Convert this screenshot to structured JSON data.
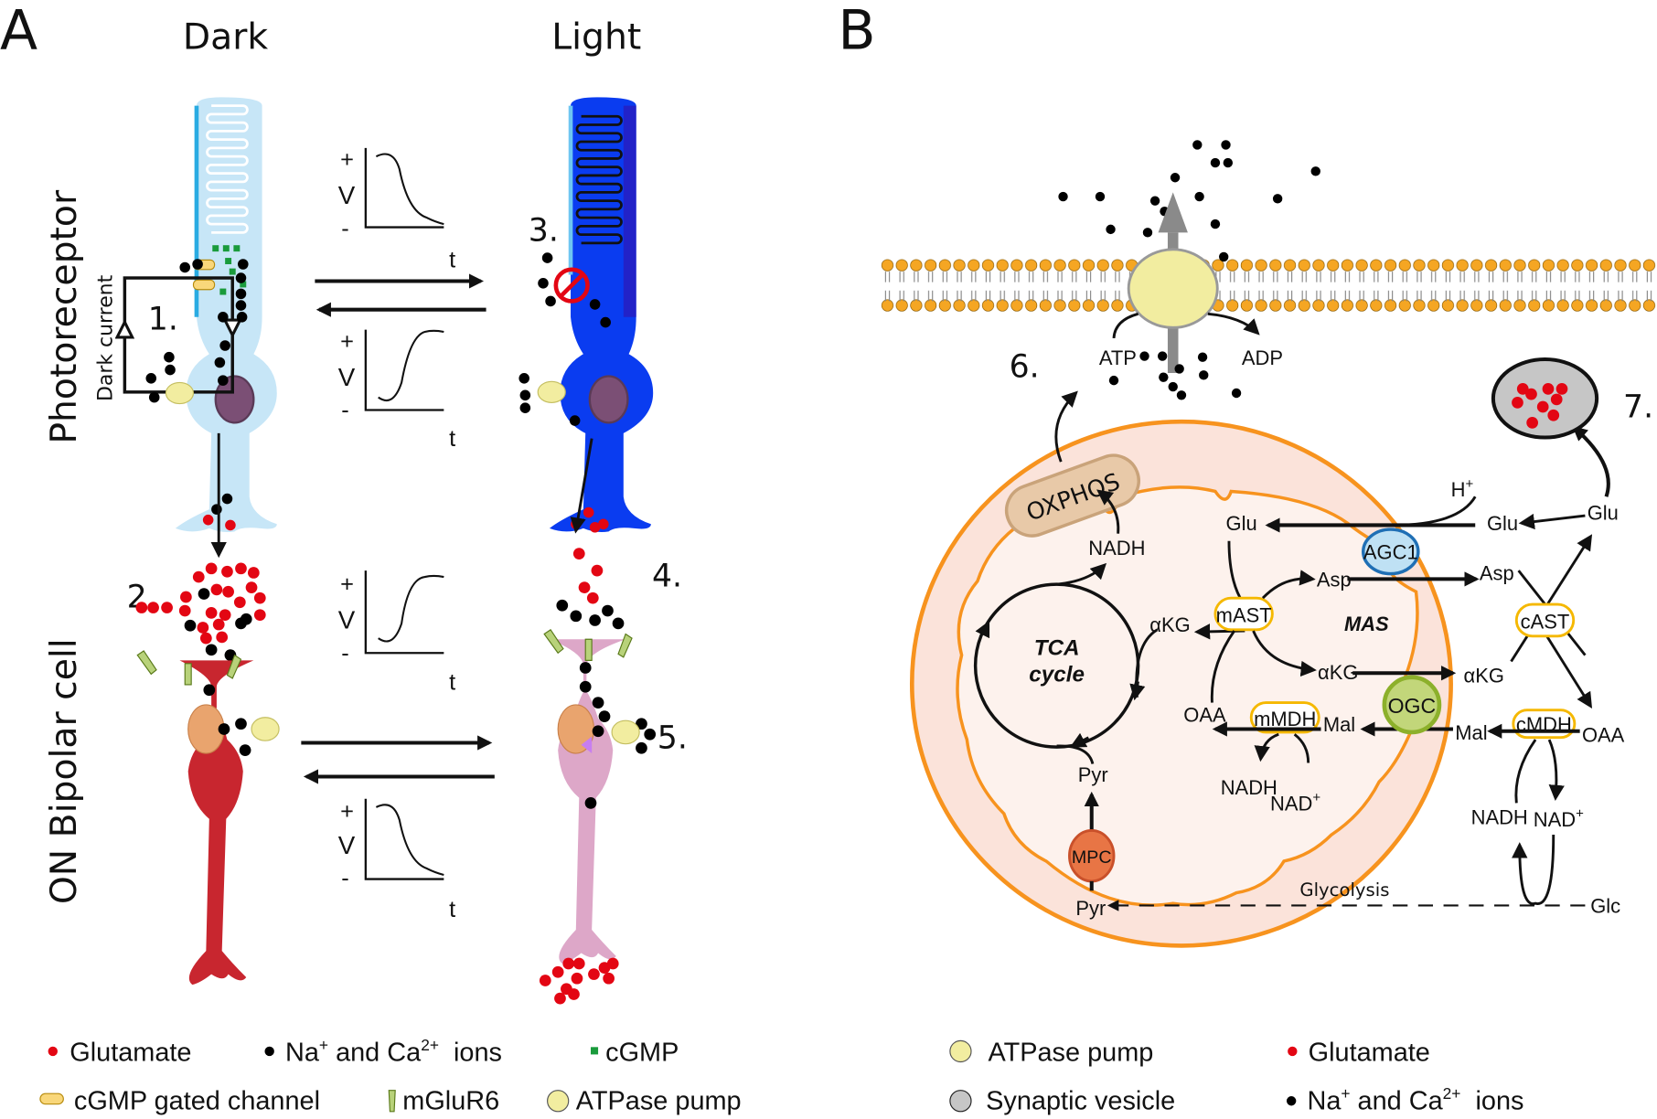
{
  "figure": {
    "panel_a": {
      "label": "A",
      "conditions": {
        "dark": "Dark",
        "light": "Light"
      },
      "rows": {
        "photoreceptor": "Photoreceptor",
        "bipolar": "ON Bipolar cell"
      },
      "annotations": {
        "dark_current": "Dark current",
        "step1": "1.",
        "step2": "2.",
        "step3": "3.",
        "step4": "4.",
        "step5": "5."
      },
      "voltage_plots": [
        {
          "id": "photoreceptor-dark-to-light",
          "trend": "decrease",
          "y_plus": "+",
          "y_label": "V",
          "y_minus": "-",
          "x_label": "t"
        },
        {
          "id": "photoreceptor-light-to-dark",
          "trend": "increase",
          "y_plus": "+",
          "y_label": "V",
          "y_minus": "-",
          "x_label": "t"
        },
        {
          "id": "bipolar-dark-to-light",
          "trend": "increase",
          "y_plus": "+",
          "y_label": "V",
          "y_minus": "-",
          "x_label": "t"
        },
        {
          "id": "bipolar-light-to-dark",
          "trend": "decrease",
          "y_plus": "+",
          "y_label": "V",
          "y_minus": "-",
          "x_label": "t"
        }
      ],
      "legend": [
        {
          "icon": "glutamate-dot",
          "label": "Glutamate"
        },
        {
          "icon": "ion-dot",
          "label_pre": "Na",
          "sup1": "+",
          "label_mid": " and Ca",
          "sup2": "2+",
          "label_post": "  ions"
        },
        {
          "icon": "cgmp-square",
          "label": "cGMP"
        },
        {
          "icon": "cgmp-channel",
          "label": "cGMP gated channel"
        },
        {
          "icon": "mglur6-receptor",
          "label": "mGluR6"
        },
        {
          "icon": "atpase-pump",
          "label": "ATPase pump"
        }
      ]
    },
    "panel_b": {
      "label": "B",
      "annotations": {
        "step6": "6.",
        "step7": "7."
      },
      "membrane": {
        "atp": "ATP",
        "adp": "ADP"
      },
      "mitochondrion": {
        "oxphos": "OXPHOS",
        "tca_line1": "TCA",
        "tca_line2": "cycle",
        "mas": "MAS",
        "nadh_top": "NADH",
        "glu_in": "Glu",
        "asp_in": "Asp",
        "akg_left": "αKG",
        "akg_in": "αKG",
        "mast": "mAST",
        "oaa_in": "OAA",
        "mmdh": "mMDH",
        "mal_in": "Mal",
        "nadh_in": "NADH",
        "nad_in": "NAD",
        "nad_in_sup": "+",
        "pyr_in": "Pyr",
        "mpc": "MPC"
      },
      "carriers": {
        "agc1": "AGC1",
        "ogc": "OGC"
      },
      "cytosol": {
        "h_plus": "H",
        "h_plus_sup": "+",
        "glu_mid": "Glu",
        "glu_right": "Glu",
        "asp_out": "Asp",
        "cast": "cAST",
        "akg_out": "αKG",
        "oaa_out": "OAA",
        "cmdh": "cMDH",
        "mal_out": "Mal",
        "nadh_out": "NADH",
        "nad_out": "NAD",
        "nad_out_sup": "+",
        "glycolysis": "Glycolysis",
        "pyr_out": "Pyr",
        "glc": "Glc"
      },
      "legend": [
        {
          "icon": "atpase-pump",
          "label": "ATPase pump"
        },
        {
          "icon": "glutamate-dot",
          "label": "Glutamate"
        },
        {
          "icon": "synaptic-vesicle",
          "label": "Synaptic vesicle"
        },
        {
          "icon": "ion-dot",
          "label_pre": "Na",
          "sup1": "+",
          "label_mid": " and Ca",
          "sup2": "2+",
          "label_post": "  ions"
        }
      ]
    },
    "colors": {
      "glutamate": "#e30613",
      "ion": "#000000",
      "cgmp": "#1a9b3c",
      "atpase": "#f2eda0",
      "rod_dark": "#c7e6f7",
      "rod_light": "#0a3cf0",
      "bipolar_dark": "#c8262f",
      "bipolar_light": "#dda7c8",
      "mito_outer": "#f7931e",
      "mito_fill": "#fbe3da",
      "oxphos": "#e8c9a8",
      "agc1": "#bfe1f4",
      "ogc": "#c2d67a",
      "mpc": "#e87545",
      "vesicle": "#c6c6c6",
      "enzyme_outline": "#f5b800"
    }
  }
}
